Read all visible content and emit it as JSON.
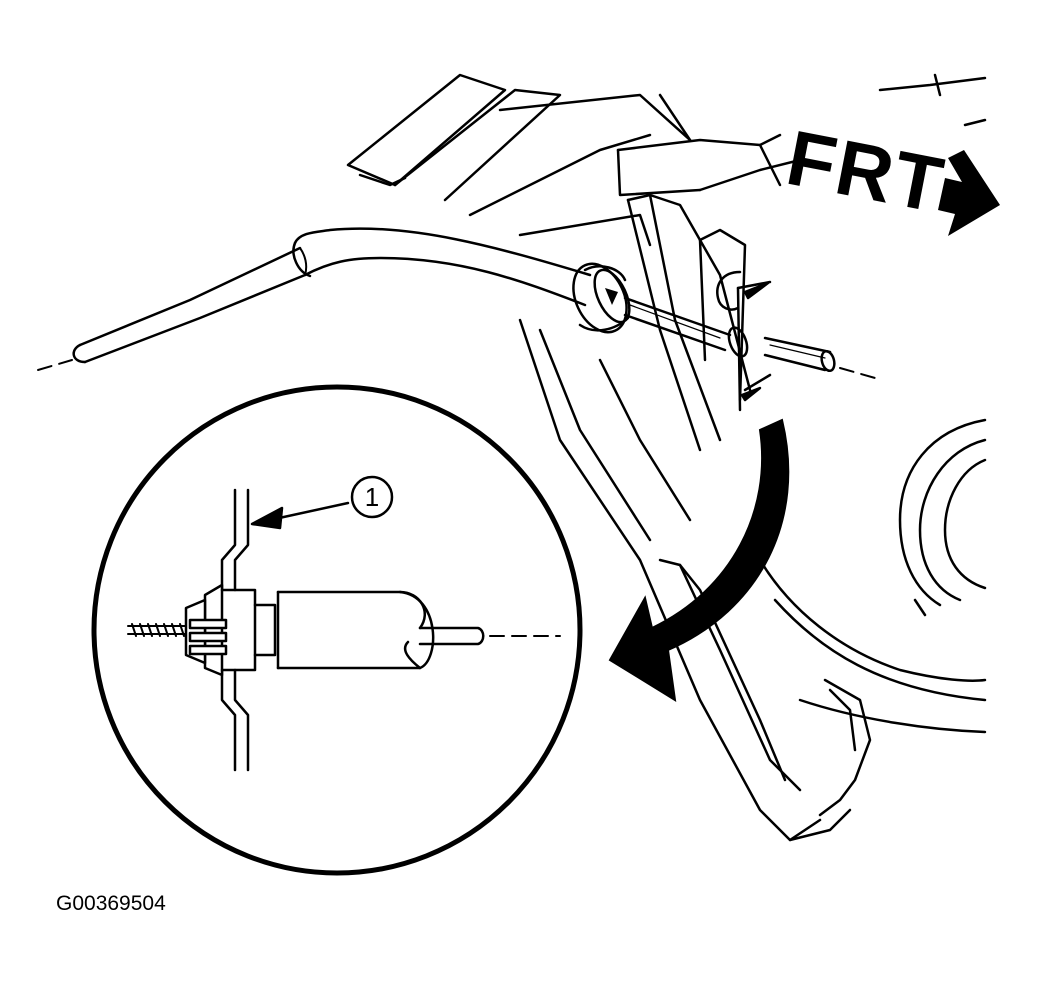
{
  "diagram": {
    "direction_label": "FRT",
    "callout_number": "1",
    "figure_code": "G00369504",
    "colors": {
      "ink": "#000000",
      "paper": "#ffffff"
    },
    "icons": [
      "front-direction-arrow-icon",
      "rotation-arrow-icon",
      "callout-leader-arrow-icon"
    ]
  }
}
